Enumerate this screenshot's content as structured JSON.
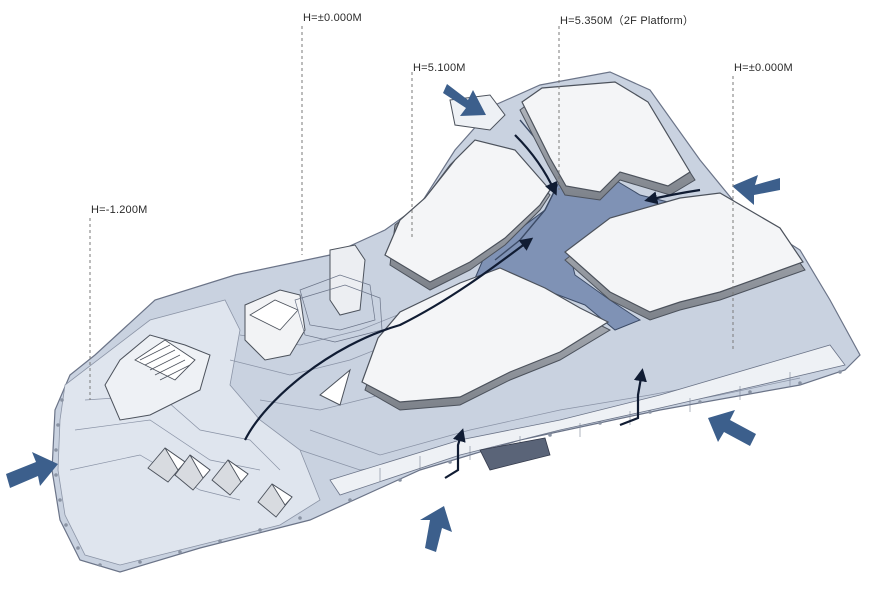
{
  "elevations": [
    {
      "id": "plaza",
      "text": "H=-1.200M"
    },
    {
      "id": "garden",
      "text": "H=±0.000M"
    },
    {
      "id": "north",
      "text": "H=5.100M"
    },
    {
      "id": "platform",
      "text": "H=5.350M（2F Platform）"
    },
    {
      "id": "east",
      "text": "H=±0.000M"
    }
  ],
  "colors": {
    "ground": "#c9d2e0",
    "ground_light": "#dfe5ee",
    "platform": "#7f92b5",
    "building_roof": "#f4f5f7",
    "building_wall": "#9a9ea5",
    "entry_arrow": "#3c5f8c",
    "circulation": "#101c33"
  },
  "icons": [
    "entry-arrow-icon",
    "circulation-arrow-icon"
  ]
}
